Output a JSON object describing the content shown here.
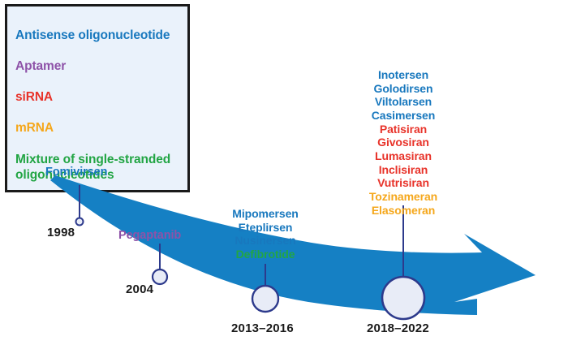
{
  "colors": {
    "antisense_oligonucleotide": "#1878be",
    "aptamer": "#8e52a8",
    "sirna": "#e8332a",
    "mrna": "#f5a71b",
    "mixture": "#22a544",
    "arrow": "#1580c4",
    "marker_ring": "#2d3a8c",
    "marker_fill": "#e8ecf7",
    "leader_line": "#2d3a8c",
    "year_text": "#1a1a1a",
    "legend_background": "#eaf2fb",
    "legend_border": "#1a1a1a"
  },
  "legend": {
    "items": [
      {
        "label": "Antisense oligonucleotide",
        "color_key": "antisense_oligonucleotide"
      },
      {
        "label": "Aptamer",
        "color_key": "aptamer"
      },
      {
        "label": "siRNA",
        "color_key": "sirna"
      },
      {
        "label": "mRNA",
        "color_key": "mrna"
      },
      {
        "label": "Mixture of single-stranded\noligonucleotides",
        "color_key": "mixture"
      }
    ]
  },
  "timeline": {
    "milestones": [
      {
        "year": "1998",
        "drugs": [
          {
            "name": "Fomivirsen",
            "color_key": "antisense_oligonucleotide"
          }
        ]
      },
      {
        "year": "2004",
        "drugs": [
          {
            "name": "Pegaptanib",
            "color_key": "aptamer"
          }
        ]
      },
      {
        "year": "2013–2016",
        "drugs": [
          {
            "name": "Mipomersen",
            "color_key": "antisense_oligonucleotide"
          },
          {
            "name": "Eteplirsen",
            "color_key": "antisense_oligonucleotide"
          },
          {
            "name": "Nusinersen",
            "color_key": "antisense_oligonucleotide"
          },
          {
            "name": "Defibrotide",
            "color_key": "mixture"
          }
        ]
      },
      {
        "year": "2018–2022",
        "drugs": [
          {
            "name": "Inotersen",
            "color_key": "antisense_oligonucleotide"
          },
          {
            "name": "Golodirsen",
            "color_key": "antisense_oligonucleotide"
          },
          {
            "name": "Viltolarsen",
            "color_key": "antisense_oligonucleotide"
          },
          {
            "name": "Casimersen",
            "color_key": "antisense_oligonucleotide"
          },
          {
            "name": "Patisiran",
            "color_key": "sirna"
          },
          {
            "name": "Givosiran",
            "color_key": "sirna"
          },
          {
            "name": "Lumasiran",
            "color_key": "sirna"
          },
          {
            "name": "Inclisiran",
            "color_key": "sirna"
          },
          {
            "name": "Vutrisiran",
            "color_key": "sirna"
          },
          {
            "name": "Tozinameran",
            "color_key": "mrna"
          },
          {
            "name": "Elasomeran",
            "color_key": "mrna"
          }
        ]
      }
    ]
  }
}
